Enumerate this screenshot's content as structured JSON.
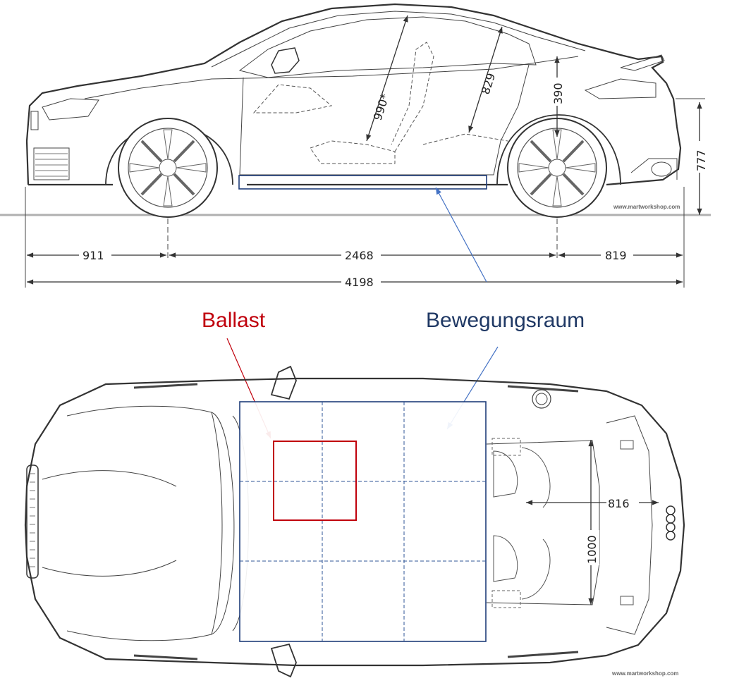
{
  "dimensions": {
    "front_overhang": "911",
    "wheelbase": "2468",
    "rear_overhang": "819",
    "total_length": "4198",
    "height": "777",
    "headroom_front": "990*",
    "headroom_rear": "829",
    "trunk_height": "390",
    "interior_width": "816",
    "interior_length": "1000"
  },
  "callouts": {
    "ballast": "Ballast",
    "movement_space": "Bewegungsraum"
  },
  "watermarks": {
    "side": "www.martworkshop.com",
    "top": "www.martworkshop.com"
  },
  "colors": {
    "ballast": "#c0000c",
    "movement_space": "#1f3d7a",
    "movement_space_label": "#1f3864",
    "drawing": "#333333"
  }
}
